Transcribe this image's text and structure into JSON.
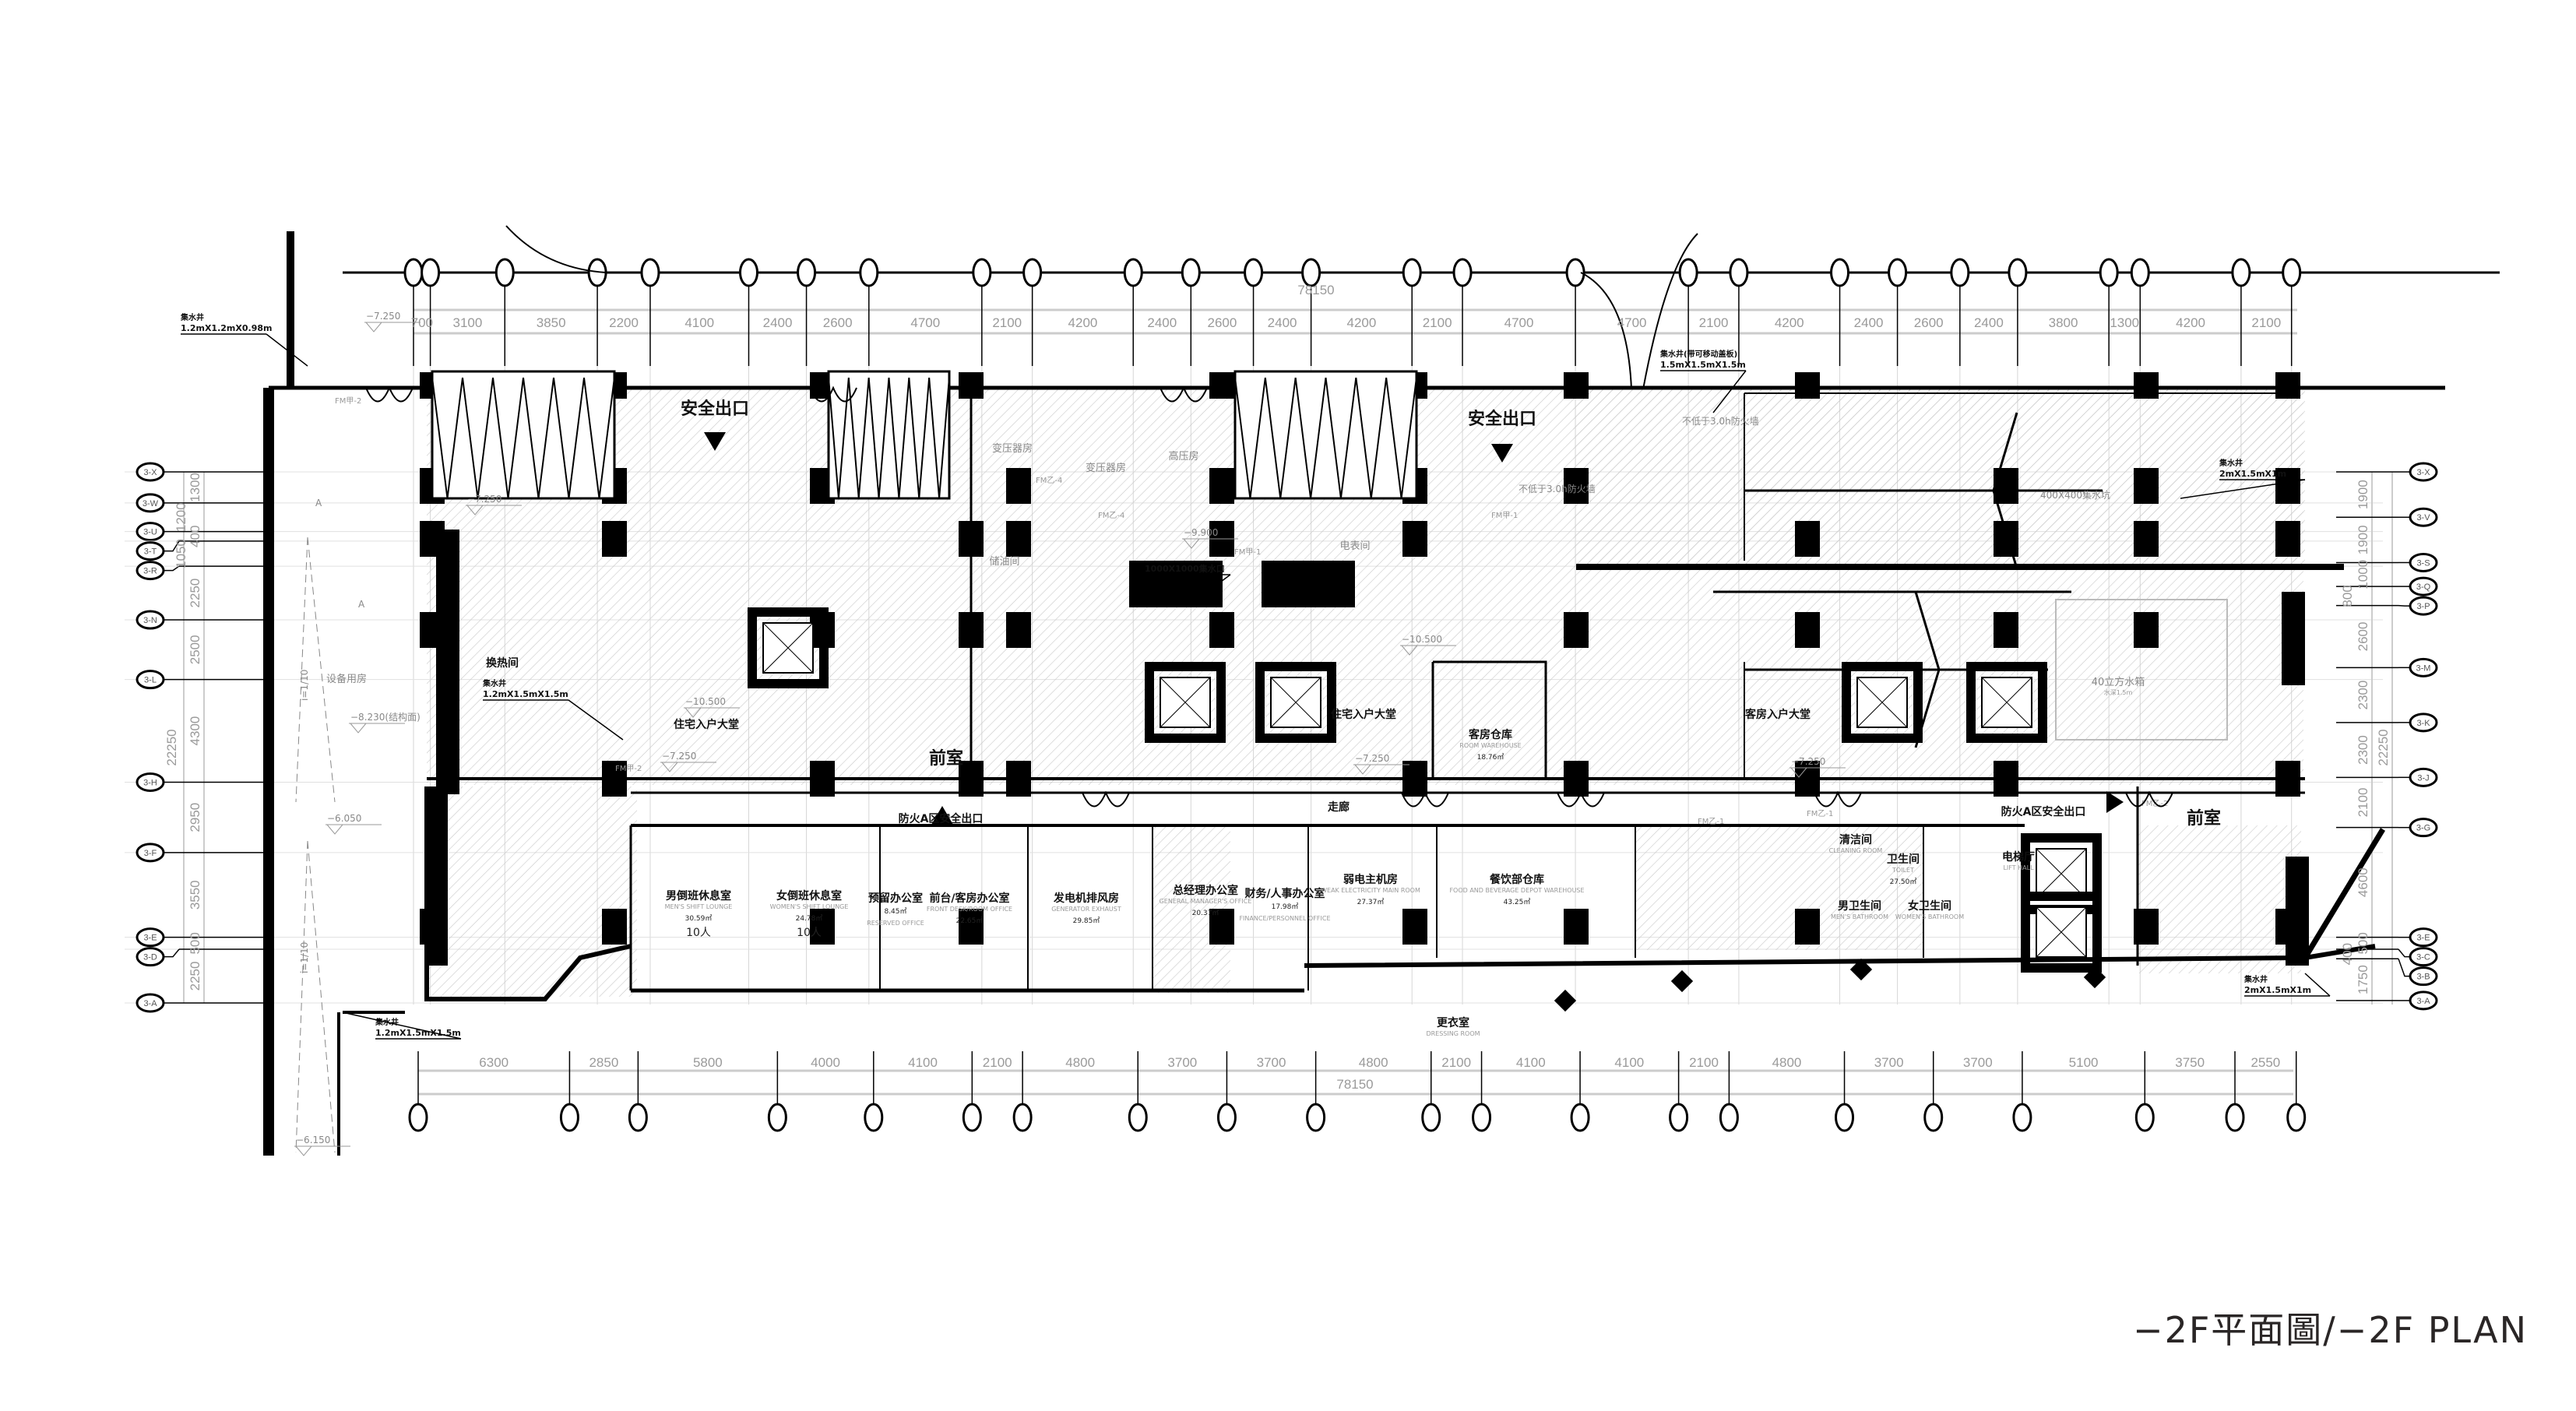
{
  "title": "−2F平面圖/−2F PLAN",
  "grid": {
    "top_total": "78150",
    "top_dims": [
      "700",
      "3100",
      "3850",
      "2200",
      "4100",
      "2400",
      "2600",
      "4700",
      "2100",
      "4200",
      "2400",
      "2600",
      "2400",
      "4200",
      "2100",
      "4700",
      "4700",
      "2100",
      "4200",
      "2400",
      "2600",
      "2400",
      "3800",
      "1300",
      "4200",
      "2100"
    ],
    "bottom_total": "78150",
    "bottom_dims": [
      "6300",
      "2850",
      "5800",
      "4000",
      "4100",
      "2100",
      "4800",
      "3700",
      "3700",
      "4800",
      "2100",
      "4100",
      "4100",
      "2100",
      "4800",
      "3700",
      "3700",
      "5100",
      "3750",
      "2550"
    ],
    "left_total": "22250",
    "left_axes": [
      "3-X",
      "3-W",
      "3-U",
      "3-T",
      "3-R",
      "3-N",
      "3-L",
      "3-H",
      "3-F",
      "3-E",
      "3-D",
      "3-A"
    ],
    "left_dims": [
      "1300",
      "1200",
      "400",
      "1050",
      "2250",
      "2500",
      "4300",
      "2950",
      "3550",
      "500",
      "2250"
    ],
    "right_total": "22250",
    "right_axes": [
      "3-X",
      "3-V",
      "3-S",
      "3-Q",
      "3-P",
      "3-M",
      "3-K",
      "3-J",
      "3-G",
      "3-E",
      "3-C",
      "3-B",
      "3-A"
    ],
    "right_dims": [
      "1900",
      "1900",
      "1000",
      "800",
      "2600",
      "2300",
      "2300",
      "2100",
      "4600",
      "500",
      "400",
      "1750"
    ]
  },
  "rooms": [
    {
      "cn": "安全出口",
      "style": "big"
    },
    {
      "cn": "安全出口",
      "style": "big"
    },
    {
      "cn": "换热间"
    },
    {
      "cn": "住宅入户大堂"
    },
    {
      "cn": "住宅入户大堂"
    },
    {
      "cn": "客房入户大堂"
    },
    {
      "cn": "客房仓库",
      "en": "ROOM WAREHOUSE",
      "area": "18.76㎡"
    },
    {
      "cn": "前室",
      "style": "big"
    },
    {
      "cn": "前室",
      "style": "big"
    },
    {
      "cn": "防火A区安全出口"
    },
    {
      "cn": "防火A区安全出口"
    },
    {
      "cn": "走廊"
    },
    {
      "cn": "男倒班休息室",
      "en": "MEN'S SHIFT LOUNGE",
      "area": "30.59㎡",
      "occ": "10人"
    },
    {
      "cn": "女倒班休息室",
      "en": "WOMEN'S SHIFT LOUNGE",
      "area": "24.78㎡",
      "occ": "10人"
    },
    {
      "cn": "预留办公室",
      "en": "RESERVED OFFICE",
      "area": "8.45㎡"
    },
    {
      "cn": "前台/客房办公室",
      "en": "FRONT DESK/ROOM OFFICE",
      "area": "22.65㎡"
    },
    {
      "cn": "发电机排风房",
      "en": "GENERATOR EXHAUST",
      "area": "29.85㎡"
    },
    {
      "cn": "总经理办公室",
      "en": "GENERAL MANAGER'S OFFICE",
      "area": "20.37㎡"
    },
    {
      "cn": "财务/人事办公室",
      "en": "FINANCE/PERSONNEL OFFICE",
      "area": "17.98㎡"
    },
    {
      "cn": "弱电主机房",
      "en": "WEAK ELECTRICITY MAIN ROOM",
      "area": "27.37㎡"
    },
    {
      "cn": "餐饮部仓库",
      "en": "FOOD AND BEVERAGE DEPOT WAREHOUSE",
      "area": "43.25㎡"
    },
    {
      "cn": "清洁间",
      "en": "CLEANING ROOM"
    },
    {
      "cn": "卫生间",
      "en": "TOILET",
      "area": "27.50㎡"
    },
    {
      "cn": "男卫生间",
      "en": "MEN'S BATHROOM"
    },
    {
      "cn": "女卫生间",
      "en": "WOMEN'S BATHROOM"
    },
    {
      "cn": "电梯厅",
      "en": "LIFT HALL"
    },
    {
      "cn": "设备用房",
      "style": "lite"
    },
    {
      "cn": "变压器房",
      "style": "lite"
    },
    {
      "cn": "变压器房",
      "style": "lite"
    },
    {
      "cn": "高压房",
      "style": "lite"
    },
    {
      "cn": "储油间",
      "style": "lite"
    },
    {
      "cn": "电表间",
      "style": "lite"
    },
    {
      "cn": "更衣室",
      "en": "DRESSING ROOM"
    },
    {
      "cn": "40立方水箱",
      "en": "水深1.5m",
      "style": "lite"
    }
  ],
  "sumps": [
    {
      "title": "集水井",
      "size": "1.2mX1.2mX0.98m"
    },
    {
      "title": "集水井",
      "size": "1.2mX1.5mX1.5m"
    },
    {
      "title": "集水井(带可移动盖板)",
      "size": "1.5mX1.5mX1.5m"
    },
    {
      "title": "集水井",
      "size": "2mX1.5mX1m"
    },
    {
      "title": "集水井",
      "size": "2mX1.5mX1m"
    },
    {
      "title": "集水井",
      "size": "1.2mX1.5mX1.5m"
    },
    {
      "title": "",
      "size": "1000X1000集水口"
    }
  ],
  "elevations": [
    "−7.250",
    "−7.250",
    "−7.250",
    "−7.250",
    "−7.250",
    "−10.500",
    "−10.500",
    "−9.900",
    "−6.050",
    "−8.230(结构面)",
    "−6.150"
  ],
  "doors": [
    "FM甲-2",
    "FM乙-4",
    "FM乙-4",
    "FM甲-1",
    "FM甲-1",
    "FM乙-1",
    "FM乙-1",
    "FM乙-2",
    "FM甲-2"
  ],
  "notes": [
    "不低于3.0h防火墙",
    "不低于3.0h防火墙",
    "i=1/10",
    "i=1/10",
    "A",
    "A",
    "400X400集水坑"
  ]
}
